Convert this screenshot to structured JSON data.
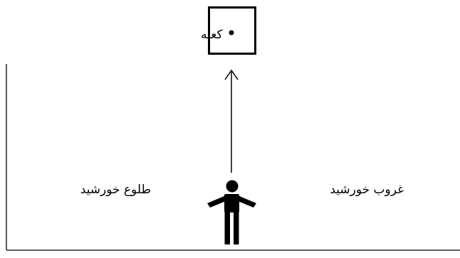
{
  "diagram": {
    "kaaba_label": "کعبه",
    "sunrise_label": "طلوع خورشید",
    "sunset_label": "غروب خورشید"
  },
  "colors": {
    "ink": "#000000",
    "background": "#ffffff"
  }
}
